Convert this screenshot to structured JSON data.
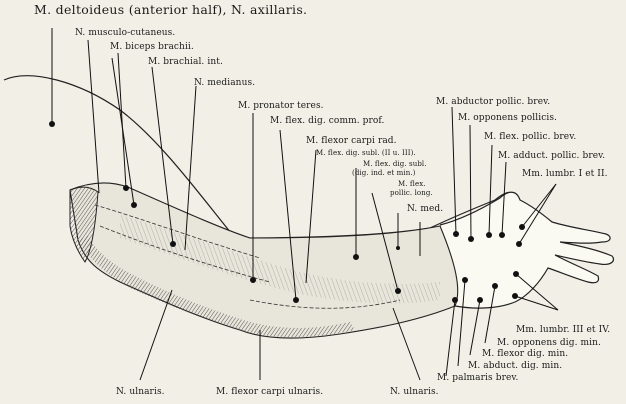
{
  "figure": {
    "title": "M. deltoideus (anterior half), N. axillaris.",
    "labels": {
      "musculo_cutaneus": "N. musculo-cutaneus.",
      "biceps": "M. biceps brachii.",
      "brachial": "M. brachial. int.",
      "medianus": "N. medianus.",
      "pronator": "M. pronator teres.",
      "flex_dig_comm": "M. flex. dig. comm. prof.",
      "flexor_carpi_rad": "M. flexor carpi rad.",
      "flex_dig_subl_1": "M. flex. dig. subl. (II u. III).",
      "flex_dig_subl_2a": "M. flex. dig. subl.",
      "flex_dig_subl_2b": "(dig. ind. et min.)",
      "flex_poll_long_a": "M. flex.",
      "flex_poll_long_b": "pollic. long.",
      "n_med": "N. med.",
      "abductor_poll": "M. abductor pollic. brev.",
      "opponens_poll": "M. opponens pollicis.",
      "flex_poll_brev": "M. flex. pollic. brev.",
      "adduct_poll": "M. adduct. pollic. brev.",
      "lumbr_1_2": "Mm. lumbr. I et II.",
      "lumbr_3_4": "Mm. lumbr. III et IV.",
      "opponens_dig": "M. opponens dig. min.",
      "flexor_dig_min": "M. flexor dig. min.",
      "abduct_dig_min": "M. abduct. dig. min.",
      "palmaris_brev": "M. palmaris brev.",
      "n_ulnaris_left": "N. ulnaris.",
      "flexor_carpi_uln": "M. flexor carpi ulnaris.",
      "n_ulnaris_right": "N. ulnaris."
    }
  },
  "colors": {
    "paper": "#f1efe6",
    "ink": "#1a1a1a",
    "shade": "#555555"
  }
}
